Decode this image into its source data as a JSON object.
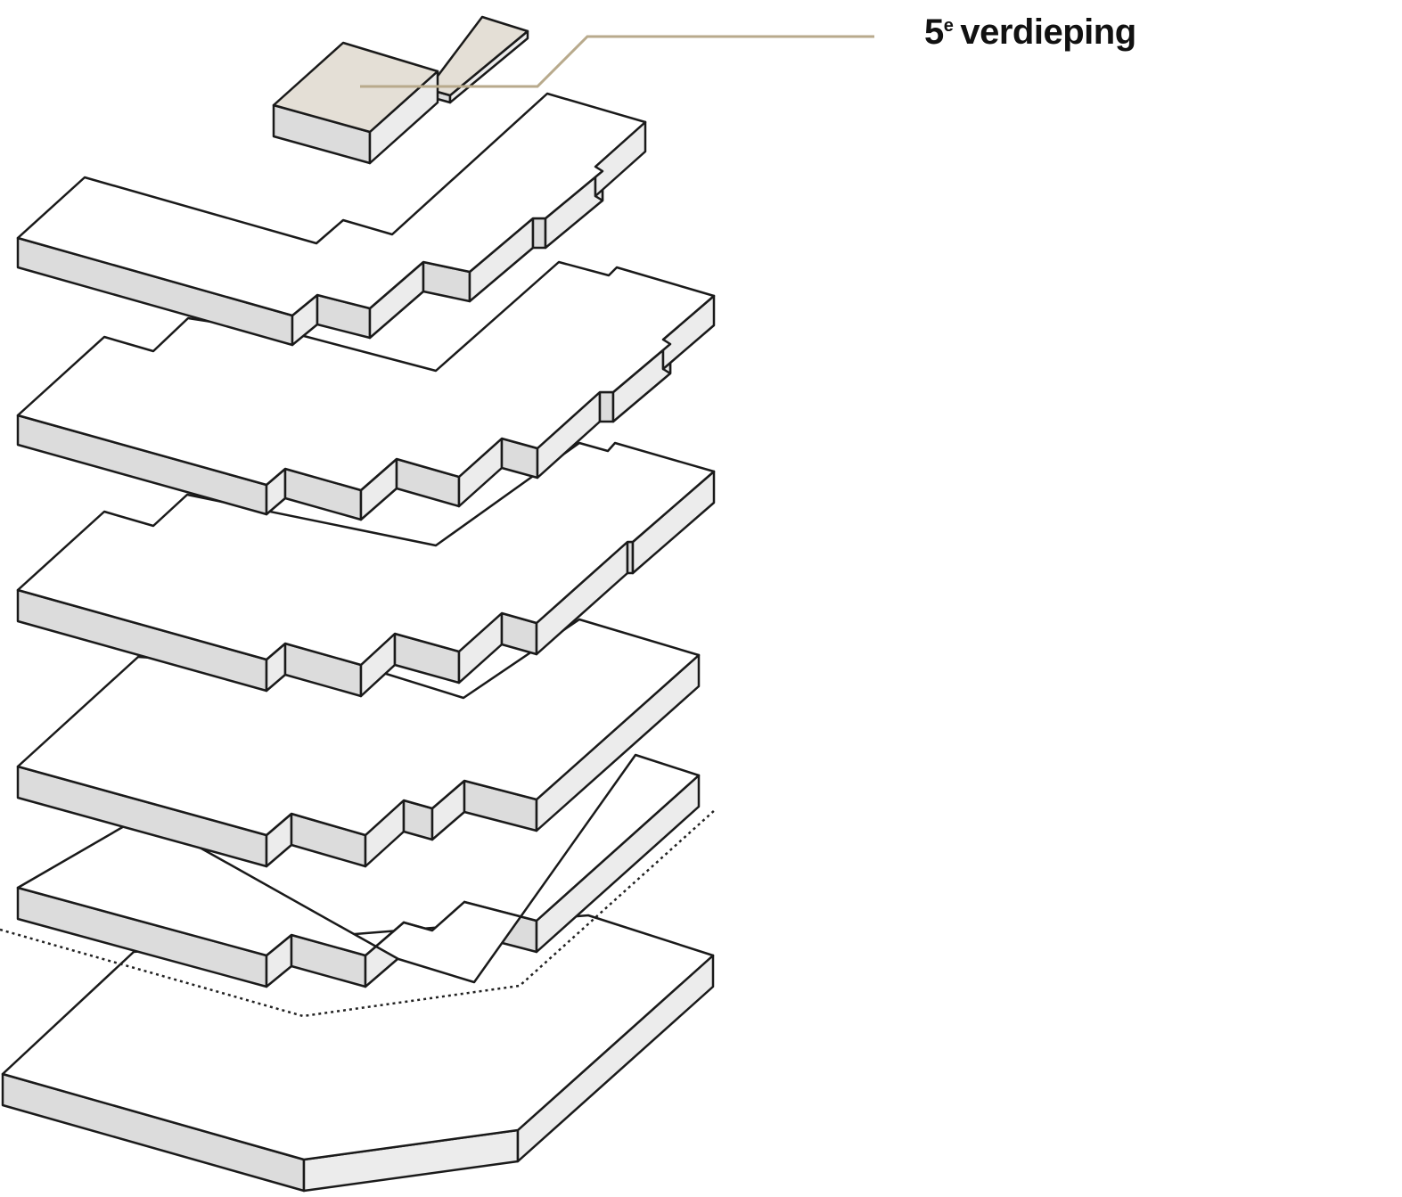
{
  "diagram": {
    "label": {
      "number": "5",
      "superscript": "e",
      "text": "verdieping"
    },
    "colors": {
      "highlight_top": "#e4dfd6",
      "leader_line": "#b8aa8c",
      "face_dark": "#dcdcdc",
      "face_light": "#ececec",
      "outline": "#1a1a1a"
    },
    "floors": [
      "base",
      "ground-floor",
      "floor-1",
      "floor-2",
      "floor-3",
      "floor-4",
      "floor-5"
    ]
  }
}
